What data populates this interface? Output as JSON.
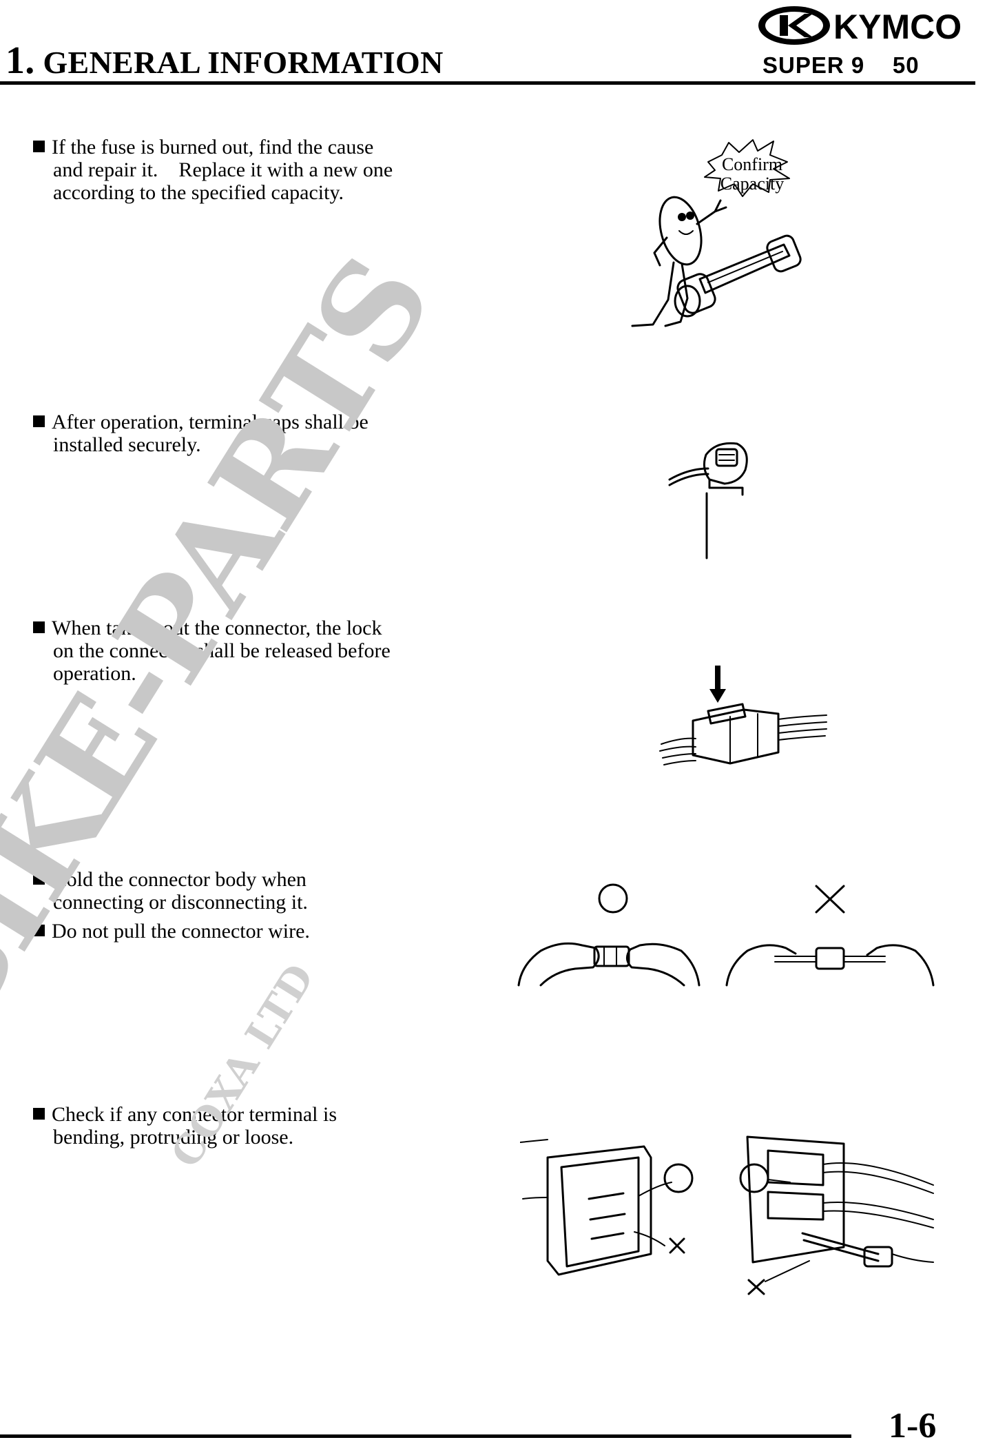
{
  "header": {
    "chapter_number": "1.",
    "chapter_title": "GENERAL INFORMATION",
    "brand": "KYMCO",
    "model": "SUPER 9    50"
  },
  "items": [
    {
      "lines": [
        "If the fuse is burned out, find the cause",
        "and repair it.    Replace it with a new one",
        "according to the specified capacity."
      ],
      "figure_callout": [
        "Confirm",
        "Capacity"
      ]
    },
    {
      "lines": [
        "After operation, terminal caps shall be",
        "installed securely."
      ]
    },
    {
      "lines": [
        "When taking out the connector, the lock",
        "on the connector shall be released before",
        "operation."
      ]
    },
    {
      "lines": [
        "Hold the connector body when",
        "connecting or disconnecting it."
      ]
    },
    {
      "lines": [
        "Do not pull the connector wire."
      ]
    },
    {
      "lines": [
        "Check if any connector terminal is",
        "bending, protruding or loose."
      ]
    }
  ],
  "watermark": {
    "main": "BIKE-PARTS",
    "sub": "COXA LTD"
  },
  "footer": {
    "page_number": "1-6"
  }
}
